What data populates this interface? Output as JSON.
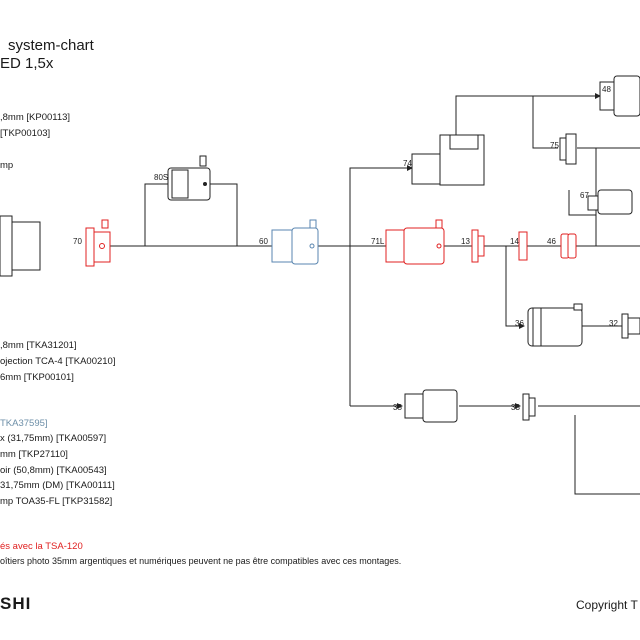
{
  "header": {
    "title_line1": "system-chart",
    "title_line2": "ED 1,5x"
  },
  "legend_top": [
    ",8mm [KP00113]",
    "[TKP00103]",
    "mp"
  ],
  "legend_mid": [
    ",8mm [TKA31201]",
    "ojection TCA-4 [TKA00210]",
    "6mm [TKP00101]"
  ],
  "legend_blue": "TKA37595]",
  "legend_bottom": [
    "x (31,75mm) [TKA00597]",
    "mm [TKP27110]",
    "oir (50,8mm) [TKA00543]",
    "31,75mm (DM) [TKA00111]",
    "mp TOA35-FL [TKP31582]"
  ],
  "notes": {
    "red_note": "és avec la TSA-120",
    "black_note": "oîtiers photo 35mm argentiques et numériques peuvent ne pas être compatibles avec ces montages."
  },
  "brand": "SHI",
  "copyright": "Copyright T",
  "labels": {
    "l48": "48",
    "l75": "75",
    "l67": "67",
    "l74": "74",
    "l80s": "80S",
    "l70": "70",
    "l60": "60",
    "l71l": "71L",
    "l13": "13",
    "l14": "14",
    "l46": "46",
    "l36": "36",
    "l32": "32",
    "l35": "35",
    "l33": "33"
  },
  "colors": {
    "red": "#e02020",
    "blue": "#5a86b0",
    "line": "#222222"
  }
}
